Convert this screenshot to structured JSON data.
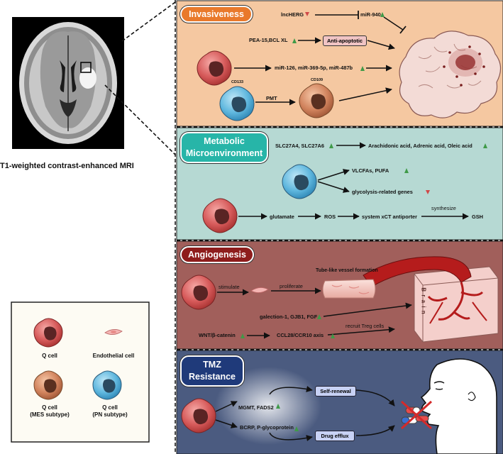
{
  "mri_caption": "T1-weighted contrast-enhanced MRI",
  "colors": {
    "invasiveness_bg": "#f5c8a1",
    "invasiveness_pill": "#e9792b",
    "metabolic_bg": "#b6d9d3",
    "metabolic_pill": "#27b5a8",
    "angio_bg": "#a15f5b",
    "angio_pill": "#8e1d1c",
    "tmz_bg": "#4b5b80",
    "tmz_pill": "#1f3a7a",
    "up_arrow": "#3f9a48",
    "down_arrow": "#d04848"
  },
  "legend": {
    "q_cell": "Q cell",
    "endothelial": "Endothelial cell",
    "mes_line1": "Q cell",
    "mes_line2": "(MES subtype)",
    "pn_line1": "Q cell",
    "pn_line2": "(PN subtype)"
  },
  "invasiveness": {
    "title": "Invasiveness",
    "lncherg": "lncHERG",
    "mir940": "miR-940",
    "pea15": "PEA-15,BCL XL",
    "anti_apoptotic": "Anti-apoptotic",
    "mirs": "miR-126, miR-369-5p, miR-487b",
    "cd133": "CD133",
    "cd109": "CD109",
    "pmt": "PMT"
  },
  "metabolic": {
    "title_line1": "Metabolic",
    "title_line2": "Microenvironment",
    "slc": "SLC27A4, SLC27A6",
    "acids": "Arachidonic acid, Adrenic acid, Oleic acid",
    "vlcfas": "VLCFAs, PUFA",
    "glycolysis": "glycolysis-related genes",
    "glutamate": "glutamate",
    "ros": "ROS",
    "xct": "system xCT antiporter",
    "synthesize": "synthesize",
    "gsh": "GSH"
  },
  "angiogenesis": {
    "title": "Angiogenesis",
    "stimulate": "stimulate",
    "proliferate": "proliferate",
    "tube": "Tube-like vessel formation",
    "galectin": "galection-1, GJB1, FGF",
    "wnt": "WNT/β-catenin",
    "ccl": "CCL28/CCR10 axis",
    "treg": "recruit Treg cells",
    "brain": "B r a i n"
  },
  "tmz": {
    "title_line1": "TMZ",
    "title_line2": "Resistance",
    "self_renewal": "Self-renewal",
    "mgmt": "MGMT, FADS2",
    "bcrp": "BCRP, P-glycoprotein",
    "drug_efflux": "Drug efflux"
  }
}
